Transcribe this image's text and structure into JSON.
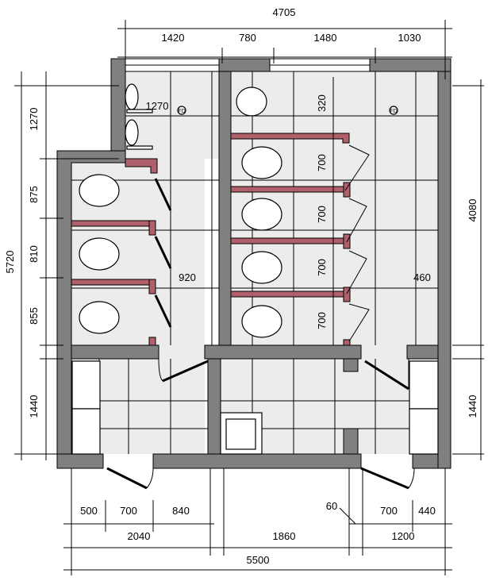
{
  "title": "Restroom floor plan",
  "colors": {
    "wall": "#808080",
    "partition": "#b0606a",
    "floor": "#ececec",
    "line": "#000000"
  },
  "dimensions": {
    "top": {
      "total": "4705",
      "segments": [
        "1420",
        "780",
        "1480",
        "1030"
      ]
    },
    "left": {
      "total": "5720",
      "segments": [
        "1270",
        "875",
        "810",
        "855",
        "1440"
      ]
    },
    "right": {
      "upper": "4080",
      "lower": "1440"
    },
    "internal": {
      "urinal_spacing": "1270",
      "basin_gap": "320",
      "stall_depths": [
        "700",
        "700",
        "700",
        "700"
      ],
      "left_corridor": "920",
      "right_corridor": "460"
    },
    "bottom": {
      "row1": [
        "500",
        "700",
        "840",
        "60",
        "700",
        "440"
      ],
      "row2": [
        "2040",
        "1860",
        "1200"
      ],
      "total": "5500"
    }
  },
  "symbols": {
    "floor_drain": "FD"
  }
}
